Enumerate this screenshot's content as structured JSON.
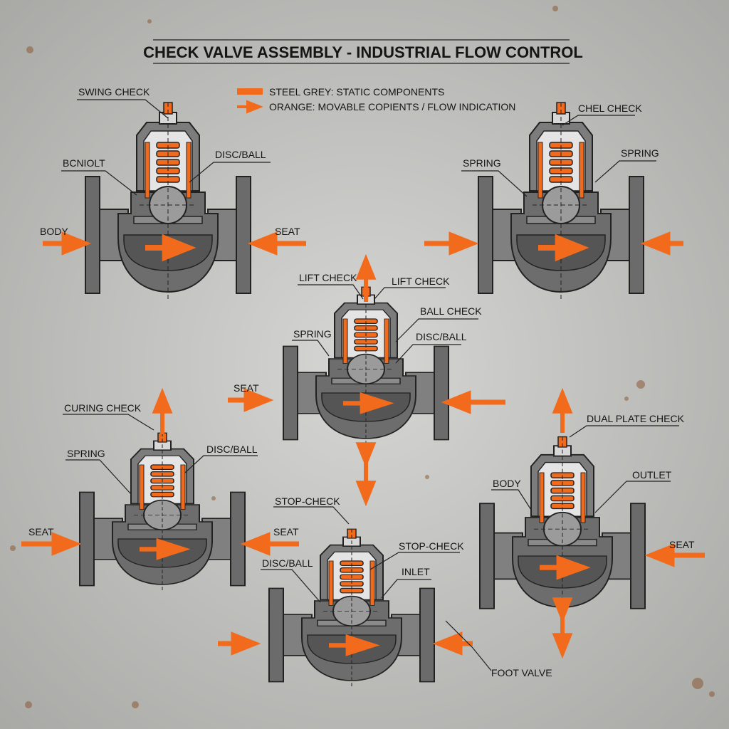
{
  "title": "CHECK VALVE ASSEMBLY - INDUSTRIAL FLOW CONTROL",
  "legend": {
    "items": [
      {
        "label": "STEEL GREY: STATIC COMPONENTS",
        "symbol": "bar"
      },
      {
        "label": "ORANGE: MOVABLE COPIENTS / FLOW INDICATION",
        "symbol": "arrow"
      }
    ]
  },
  "colors": {
    "steel": "#6b6b6b",
    "steel_light": "#8a8a8a",
    "steel_dark": "#4a4a4a",
    "orange": "#f26a1b",
    "background": "#c9c9c7",
    "ink": "#151515"
  },
  "valves": [
    {
      "id": "valve-top-left",
      "labels": [
        "SWING CHECK",
        "BCNIOLT",
        "DISC/BALL",
        "BODY",
        "SEAT"
      ]
    },
    {
      "id": "valve-top-right",
      "labels": [
        "CHEL CHECK",
        "SPRING",
        "SPRING"
      ]
    },
    {
      "id": "valve-center",
      "labels": [
        "LIFT CHECK",
        "LIFT CHECK",
        "BALL CHECK",
        "SPRING",
        "DISC/BALL",
        "SEAT"
      ]
    },
    {
      "id": "valve-left",
      "labels": [
        "CURING CHECK",
        "SPRING",
        "DISC/BALL",
        "SEAT",
        "SEAT"
      ]
    },
    {
      "id": "valve-bottom",
      "labels": [
        "STOP-CHECK",
        "STOP-CHECK",
        "DISC/BALL",
        "INLET",
        "FOOT VALVE"
      ]
    },
    {
      "id": "valve-right",
      "labels": [
        "DUAL PLATE CHECK",
        "BODY",
        "OUTLET",
        "SEAT"
      ]
    }
  ]
}
